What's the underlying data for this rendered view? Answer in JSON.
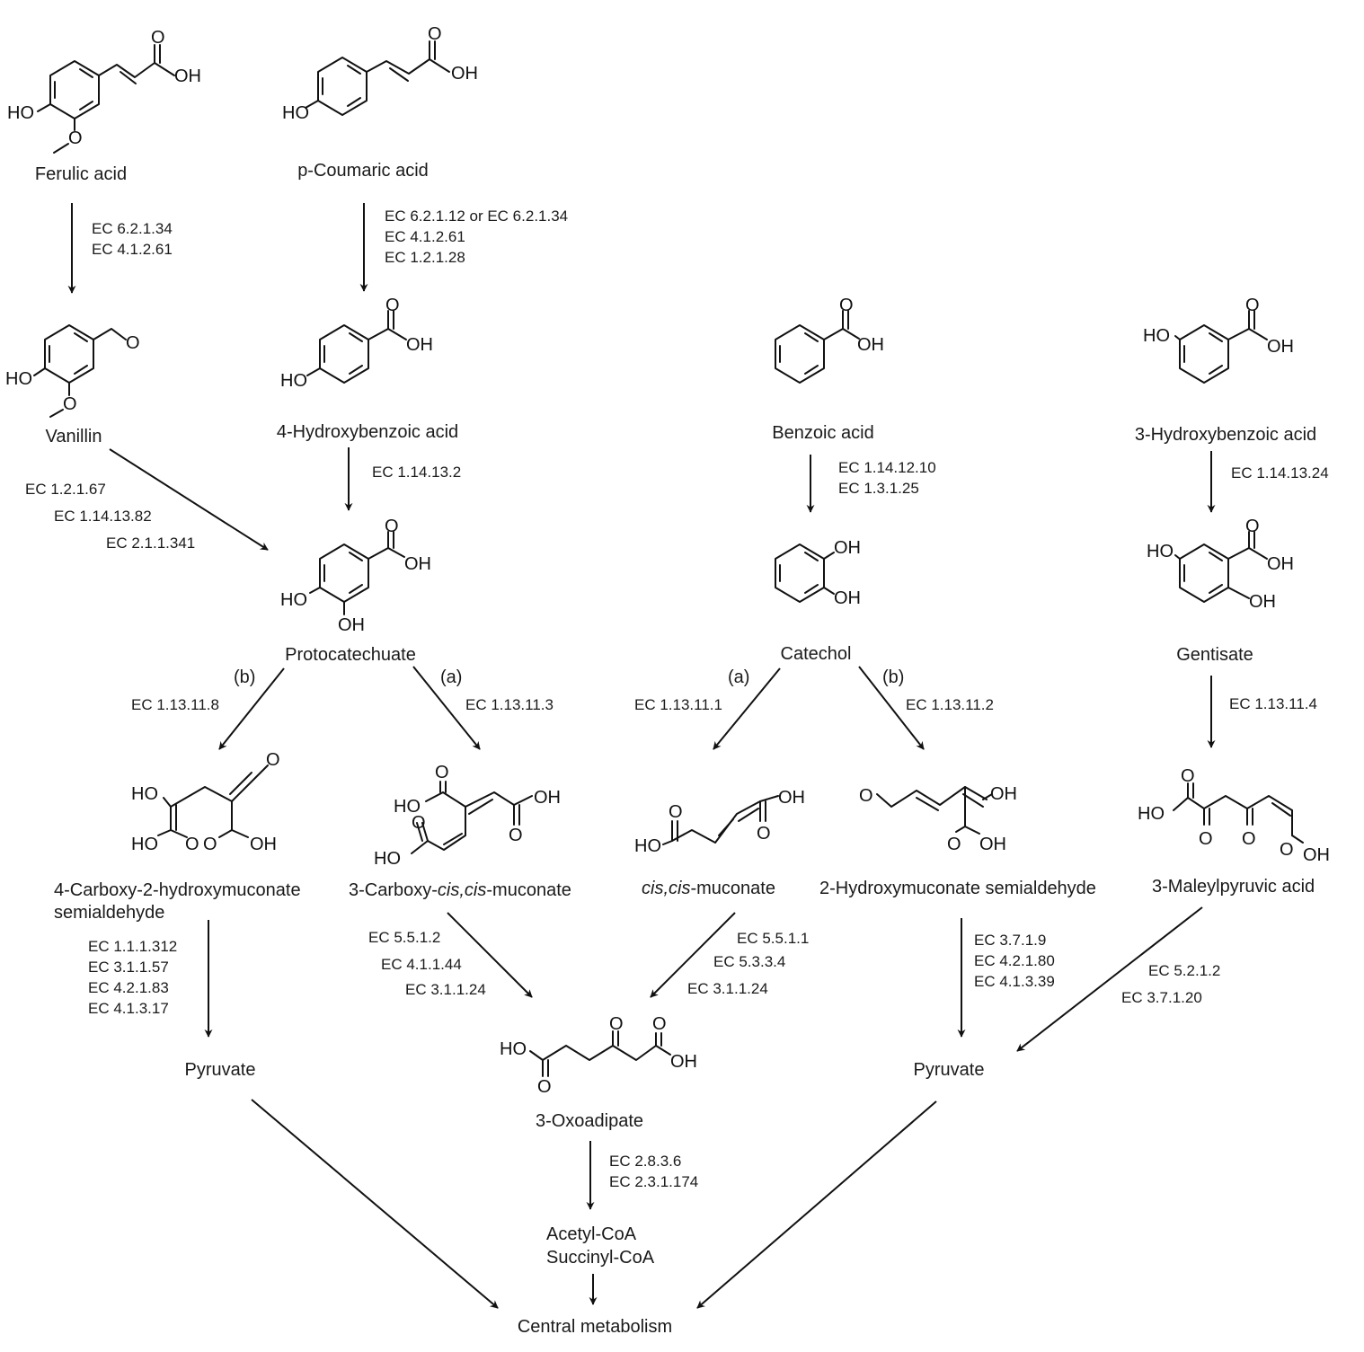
{
  "compounds": {
    "ferulic_acid": "Ferulic acid",
    "p_coumaric_acid": "p-Coumaric acid",
    "vanillin": "Vanillin",
    "hydroxybenzoic_4": "4-Hydroxybenzoic acid",
    "benzoic_acid": "Benzoic acid",
    "hydroxybenzoic_3": "3-Hydroxybenzoic acid",
    "protocatechuate": "Protocatechuate",
    "catechol": "Catechol",
    "gentisate": "Gentisate",
    "carboxy_hydroxymuconate_1": "4-Carboxy-2-hydroxymuconate",
    "carboxy_hydroxymuconate_2": "semialdehyde",
    "carboxy_muconate_prefix": "3-Carboxy-",
    "carboxy_muconate_italic": "cis,cis",
    "carboxy_muconate_suffix": "-muconate",
    "muconate_italic": "cis,cis",
    "muconate_suffix": "-muconate",
    "hydroxymuconate_semialdehyde": "2-Hydroxymuconate semialdehyde",
    "maleylpyruvic_acid": "3-Maleylpyruvic acid",
    "pyruvate_left": "Pyruvate",
    "oxoadipate": "3-Oxoadipate",
    "pyruvate_right": "Pyruvate",
    "acetyl_coa": "Acetyl-CoA",
    "succinyl_coa": "Succinyl-CoA",
    "central_metabolism": "Central metabolism"
  },
  "branches": {
    "pca_b": "(b)",
    "pca_a": "(a)",
    "cat_a": "(a)",
    "cat_b": "(b)"
  },
  "atoms": {
    "o": "O",
    "oh": "OH",
    "ho": "HO"
  },
  "enzymes": {
    "ferulic_to_vanillin": [
      "EC 6.2.1.34",
      "EC 4.1.2.61"
    ],
    "coumaric_to_hba4": [
      "EC 6.2.1.12 or EC 6.2.1.34",
      "EC 4.1.2.61",
      "EC 1.2.1.28"
    ],
    "vanillin_to_pca": [
      "EC 1.2.1.67",
      "EC 1.14.13.82",
      "EC 2.1.1.341"
    ],
    "hba4_to_pca": [
      "EC 1.14.13.2"
    ],
    "benzoic_to_catechol": [
      "EC 1.14.12.10",
      "EC 1.3.1.25"
    ],
    "hba3_to_gentisate": [
      "EC 1.14.13.24"
    ],
    "pca_b": [
      "EC 1.13.11.8"
    ],
    "pca_a": [
      "EC 1.13.11.3"
    ],
    "catechol_a": [
      "EC 1.13.11.1"
    ],
    "catechol_b": [
      "EC 1.13.11.2"
    ],
    "gentisate_step": [
      "EC 1.13.11.4"
    ],
    "chms_to_pyruvate": [
      "EC 1.1.1.312",
      "EC 3.1.1.57",
      "EC 4.2.1.83",
      "EC 4.1.3.17"
    ],
    "carboxymuconate_to_oxoadipate": [
      "EC 5.5.1.2",
      "EC 4.1.1.44",
      "EC 3.1.1.24"
    ],
    "muconate_to_oxoadipate": [
      "EC 5.5.1.1",
      "EC 5.3.3.4",
      "EC 3.1.1.24"
    ],
    "hms_to_pyruvate": [
      "EC 3.7.1.9",
      "EC 4.2.1.80",
      "EC 4.1.3.39"
    ],
    "maleylpyruvate_to_pyruvate": [
      "EC 5.2.1.2",
      "EC 3.7.1.20"
    ],
    "oxoadipate_to_coa": [
      "EC 2.8.3.6",
      "EC 2.3.1.174"
    ]
  }
}
